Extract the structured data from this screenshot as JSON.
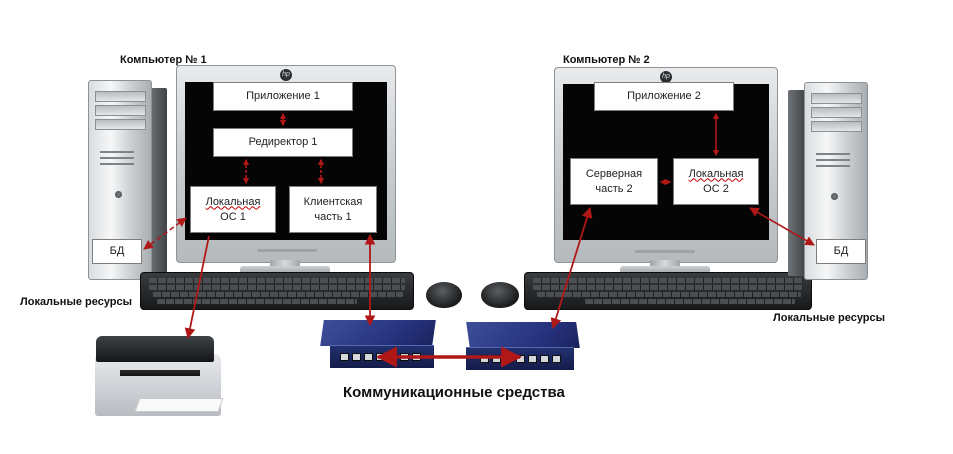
{
  "computer1": {
    "title": "Компьютер № 1",
    "app": "Приложение 1",
    "redirector": "Редиректор 1",
    "local_os_line1": "Локальная",
    "local_os_line2": "ОС 1",
    "client_line1": "Клиентская",
    "client_line2": "часть 1",
    "db": "БД",
    "local_resources": "Локальные ресурсы"
  },
  "computer2": {
    "title": "Компьютер № 2",
    "app": "Приложение 2",
    "server_line1": "Серверная",
    "server_line2": "часть 2",
    "local_os_line1": "Локальная",
    "local_os_line2": "ОС 2",
    "db": "БД",
    "local_resources": "Локальные ресурсы"
  },
  "comm_label": "Коммуникационные средства",
  "monitor_logo": "hp",
  "colors": {
    "arrow": "#b01818",
    "screen": "#050505",
    "switch": "#27337a"
  }
}
